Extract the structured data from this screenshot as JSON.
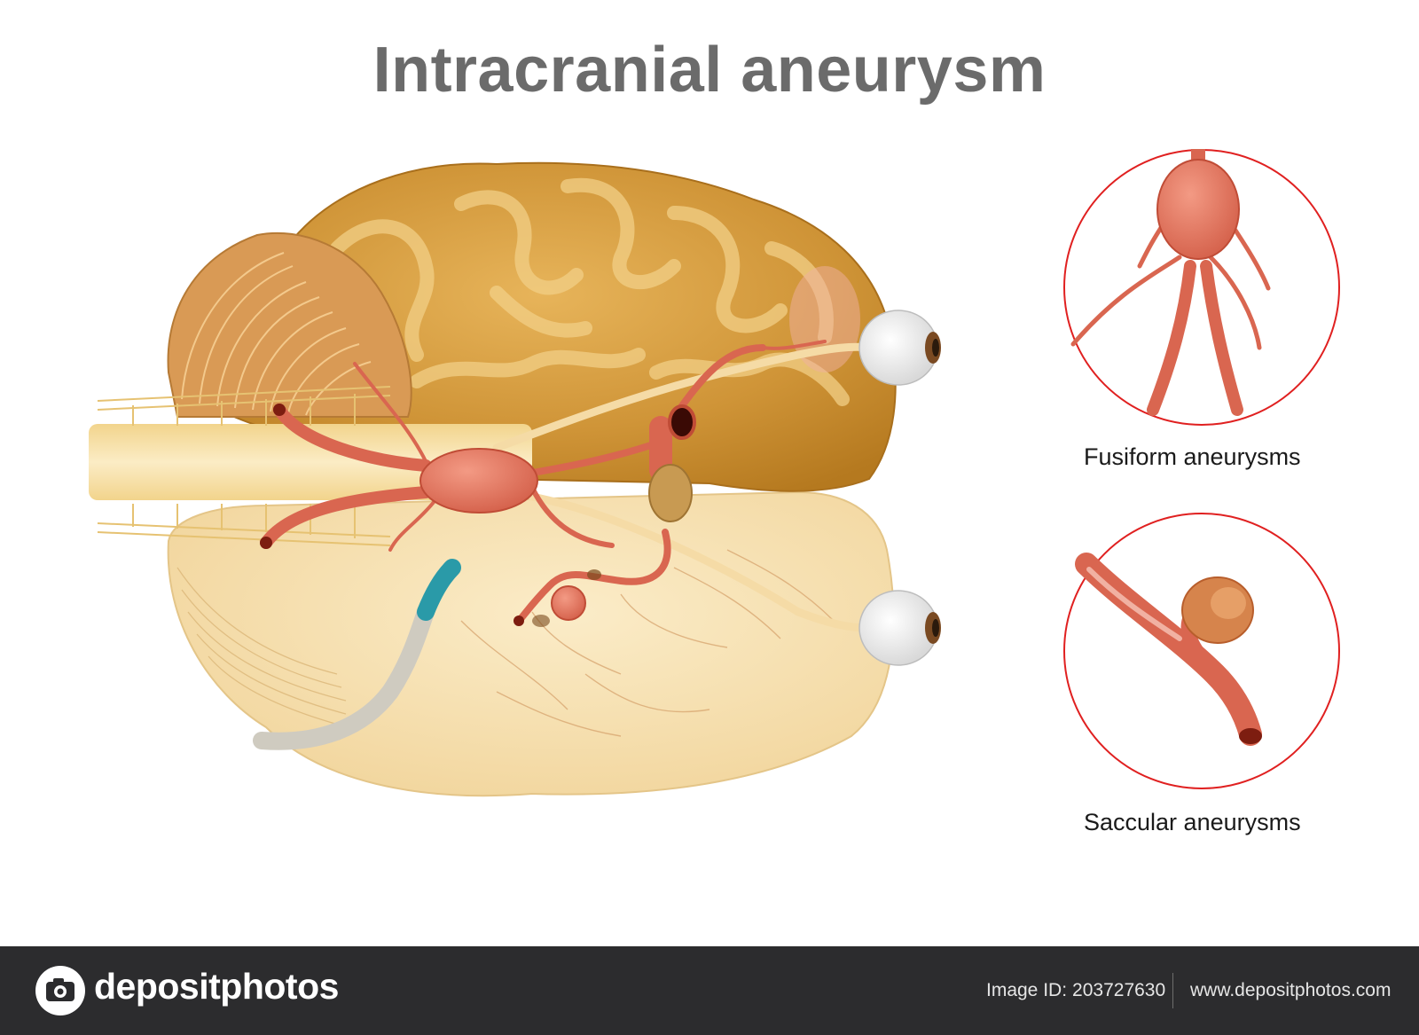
{
  "title": "Intracranial aneurysm",
  "panels": {
    "fusiform_caption": "Fusiform aneurysms",
    "saccular_caption": "Saccular aneurysms",
    "circle_color": "#e02020"
  },
  "colors": {
    "brain_upper": "#c98f2f",
    "brain_lower": "#f6dfae",
    "artery": "#e2735c",
    "artery_dark": "#b8472f",
    "nerve": "#f1d689",
    "catheter_tip": "#2a9aa8"
  },
  "footer": {
    "logo_text": "depositphotos",
    "image_id_label": "Image ID:",
    "image_id_value": "203727630",
    "site_url": "www.depositphotos.com"
  }
}
